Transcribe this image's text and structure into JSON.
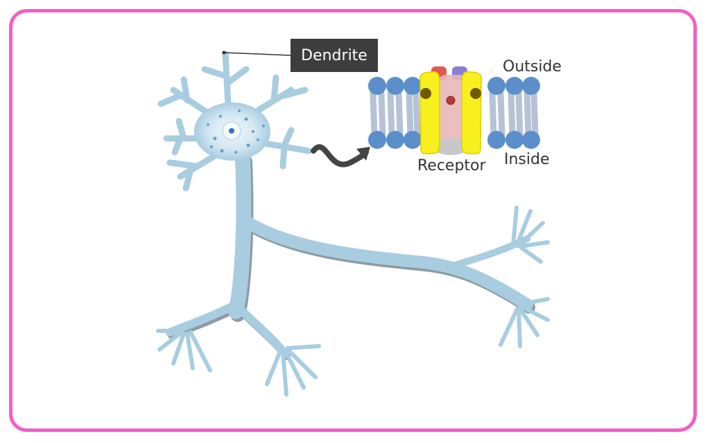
{
  "labels": {
    "dendrite": "Dendrite",
    "outside": "Outside",
    "inside": "Inside",
    "receptor": "Receptor"
  },
  "colors": {
    "frame_border": "#f25fc4",
    "neuron": "#a9cde0",
    "neuron_shadow": "#8f9ba3",
    "label_box": "#3d3d3d",
    "phospholipid_head": "#5b8fcb",
    "receptor_yellow": "#f7ef1e",
    "arrow": "#444444"
  }
}
